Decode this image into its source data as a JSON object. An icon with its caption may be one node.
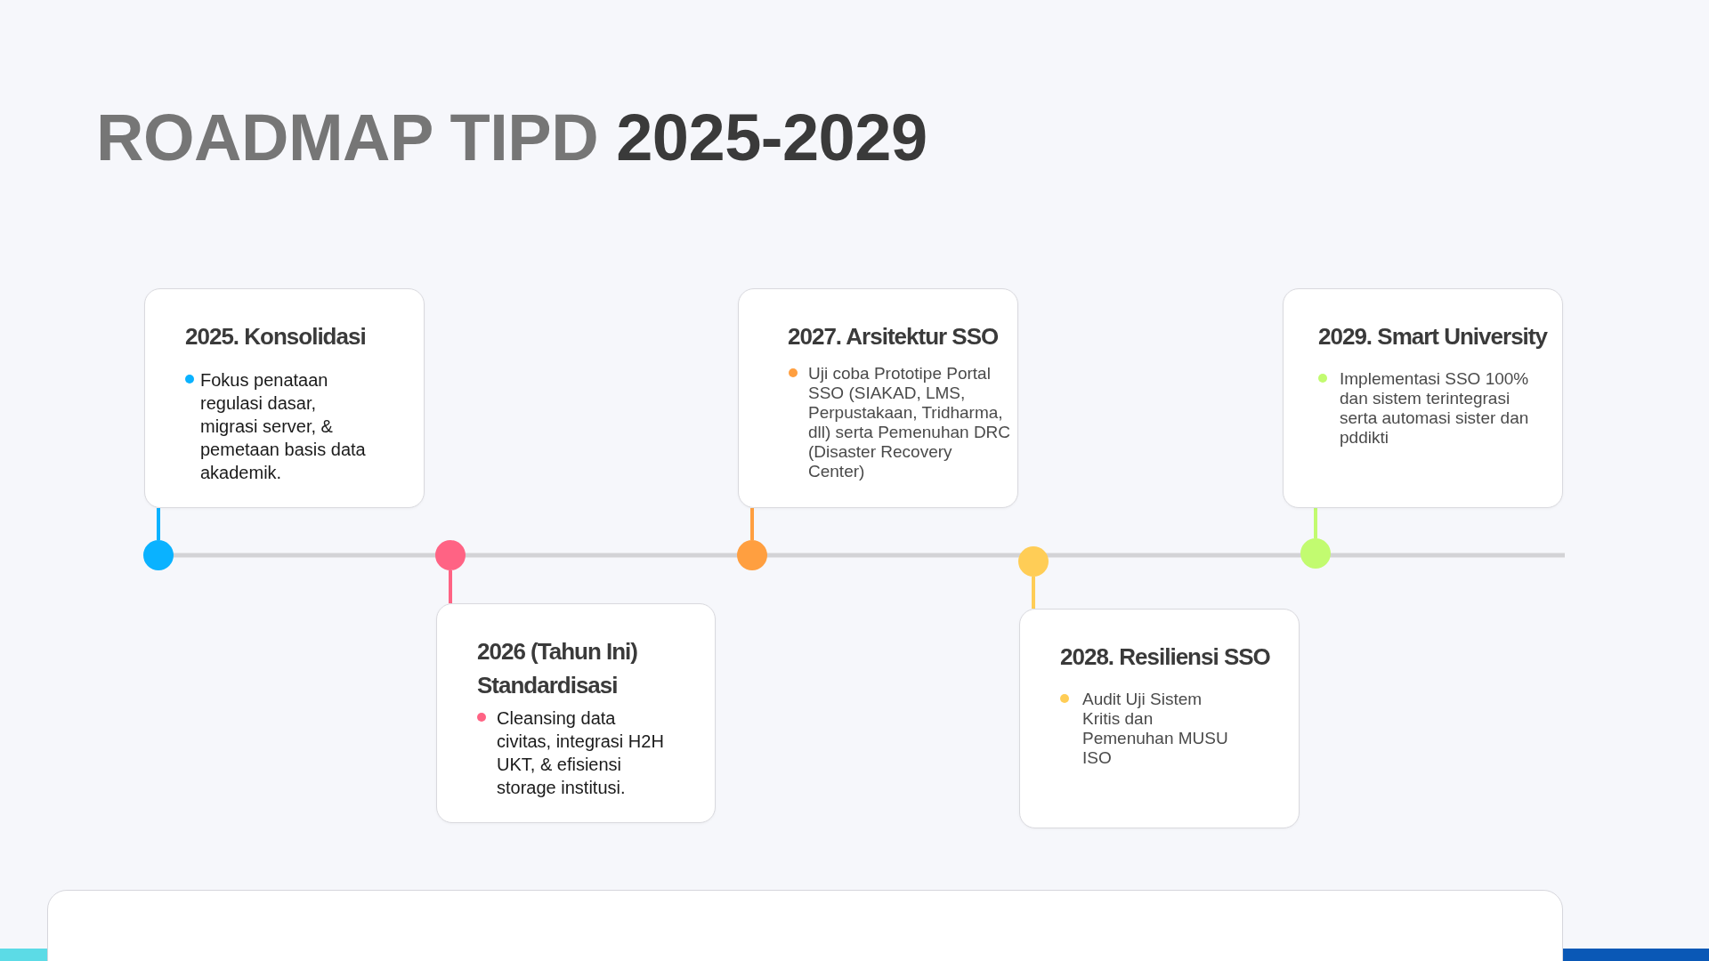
{
  "diagram": {
    "title": "ROADMAP TIPD 2025-2029",
    "nodes": [
      {
        "text": [
          "2025. Konsolidasi",
          "Fokus penataan regulasi dasar, migrasi server, & pemetaan basis data akademik."
        ]
      },
      {
        "text": [
          "2026 (Tahun Ini) Standardisasi",
          "Cleansing data civitas, integrasi H2H UKT, & efisiensi storage institusi."
        ]
      },
      {
        "text": [
          "2027. Arsitektur SSO",
          "Uji coba Prototipe Portal SSO (SIAKAD, LMS, Perpustakaan, Tridharma, dll) serta Pemenuhan DRC (Disaster Recovery Center)"
        ]
      },
      {
        "text": [
          "2028. Resiliensi SSO",
          "Audit Uji Sistem Kritis dan Pemenuhan MUSU ISO"
        ]
      },
      {
        "text": [
          "2029. Smart University",
          "Implementasi SSO 100% dan sistem terintegrasi serta automasi sister dan pddikti"
        ]
      },
      {
        "text": [],
        "shape": "circle"
      },
      {
        "text": [],
        "shape": "circle"
      },
      {
        "text": [],
        "shape": "circle"
      },
      {
        "text": [],
        "shape": "circle"
      },
      {
        "text": [],
        "shape": "circle"
      }
    ],
    "edges": [
      {
        "from": 5,
        "to": 0,
        "arrow": "none",
        "color": "#0ab2ff"
      },
      {
        "from": 6,
        "to": 1,
        "arrow": "none",
        "color": "#ff6384"
      },
      {
        "from": 7,
        "to": 2,
        "arrow": "none",
        "color": "#ff9f40"
      },
      {
        "from": 8,
        "to": 3,
        "arrow": "none",
        "color": "#ffcd56"
      },
      {
        "from": 9,
        "to": 4,
        "arrow": "none",
        "color": "#c2fb70"
      }
    ]
  }
}
